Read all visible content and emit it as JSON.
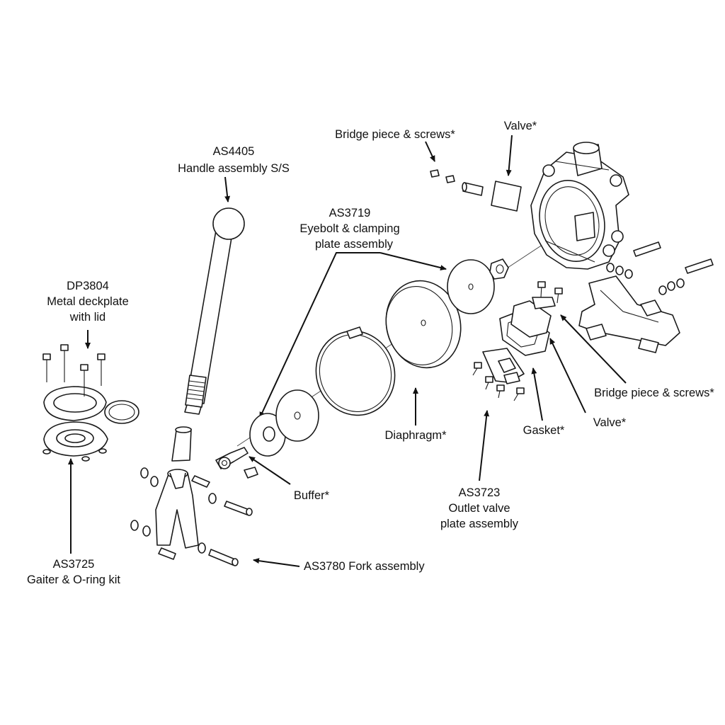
{
  "labels": {
    "handle": [
      "AS4405",
      "Handle assembly S/S"
    ],
    "deckplate": [
      "DP3804",
      "Metal deckplate",
      "with lid"
    ],
    "gaiter": [
      "AS3725",
      "Gaiter & O-ring kit"
    ],
    "fork": [
      "AS3780 Fork assembly"
    ],
    "eyebolt": [
      "AS3719",
      "Eyebolt & clamping",
      "plate assembly"
    ],
    "buffer": [
      "Buffer*"
    ],
    "diaphragm": [
      "Diaphragm*"
    ],
    "outlet_valve": [
      "AS3723",
      "Outlet valve",
      "plate assembly"
    ],
    "gasket": [
      "Gasket*"
    ],
    "valve_lower": [
      "Valve*"
    ],
    "bridge_lower": [
      "Bridge piece & screws*"
    ],
    "bridge_upper": [
      "Bridge piece & screws*"
    ],
    "valve_upper": [
      "Valve*"
    ]
  }
}
